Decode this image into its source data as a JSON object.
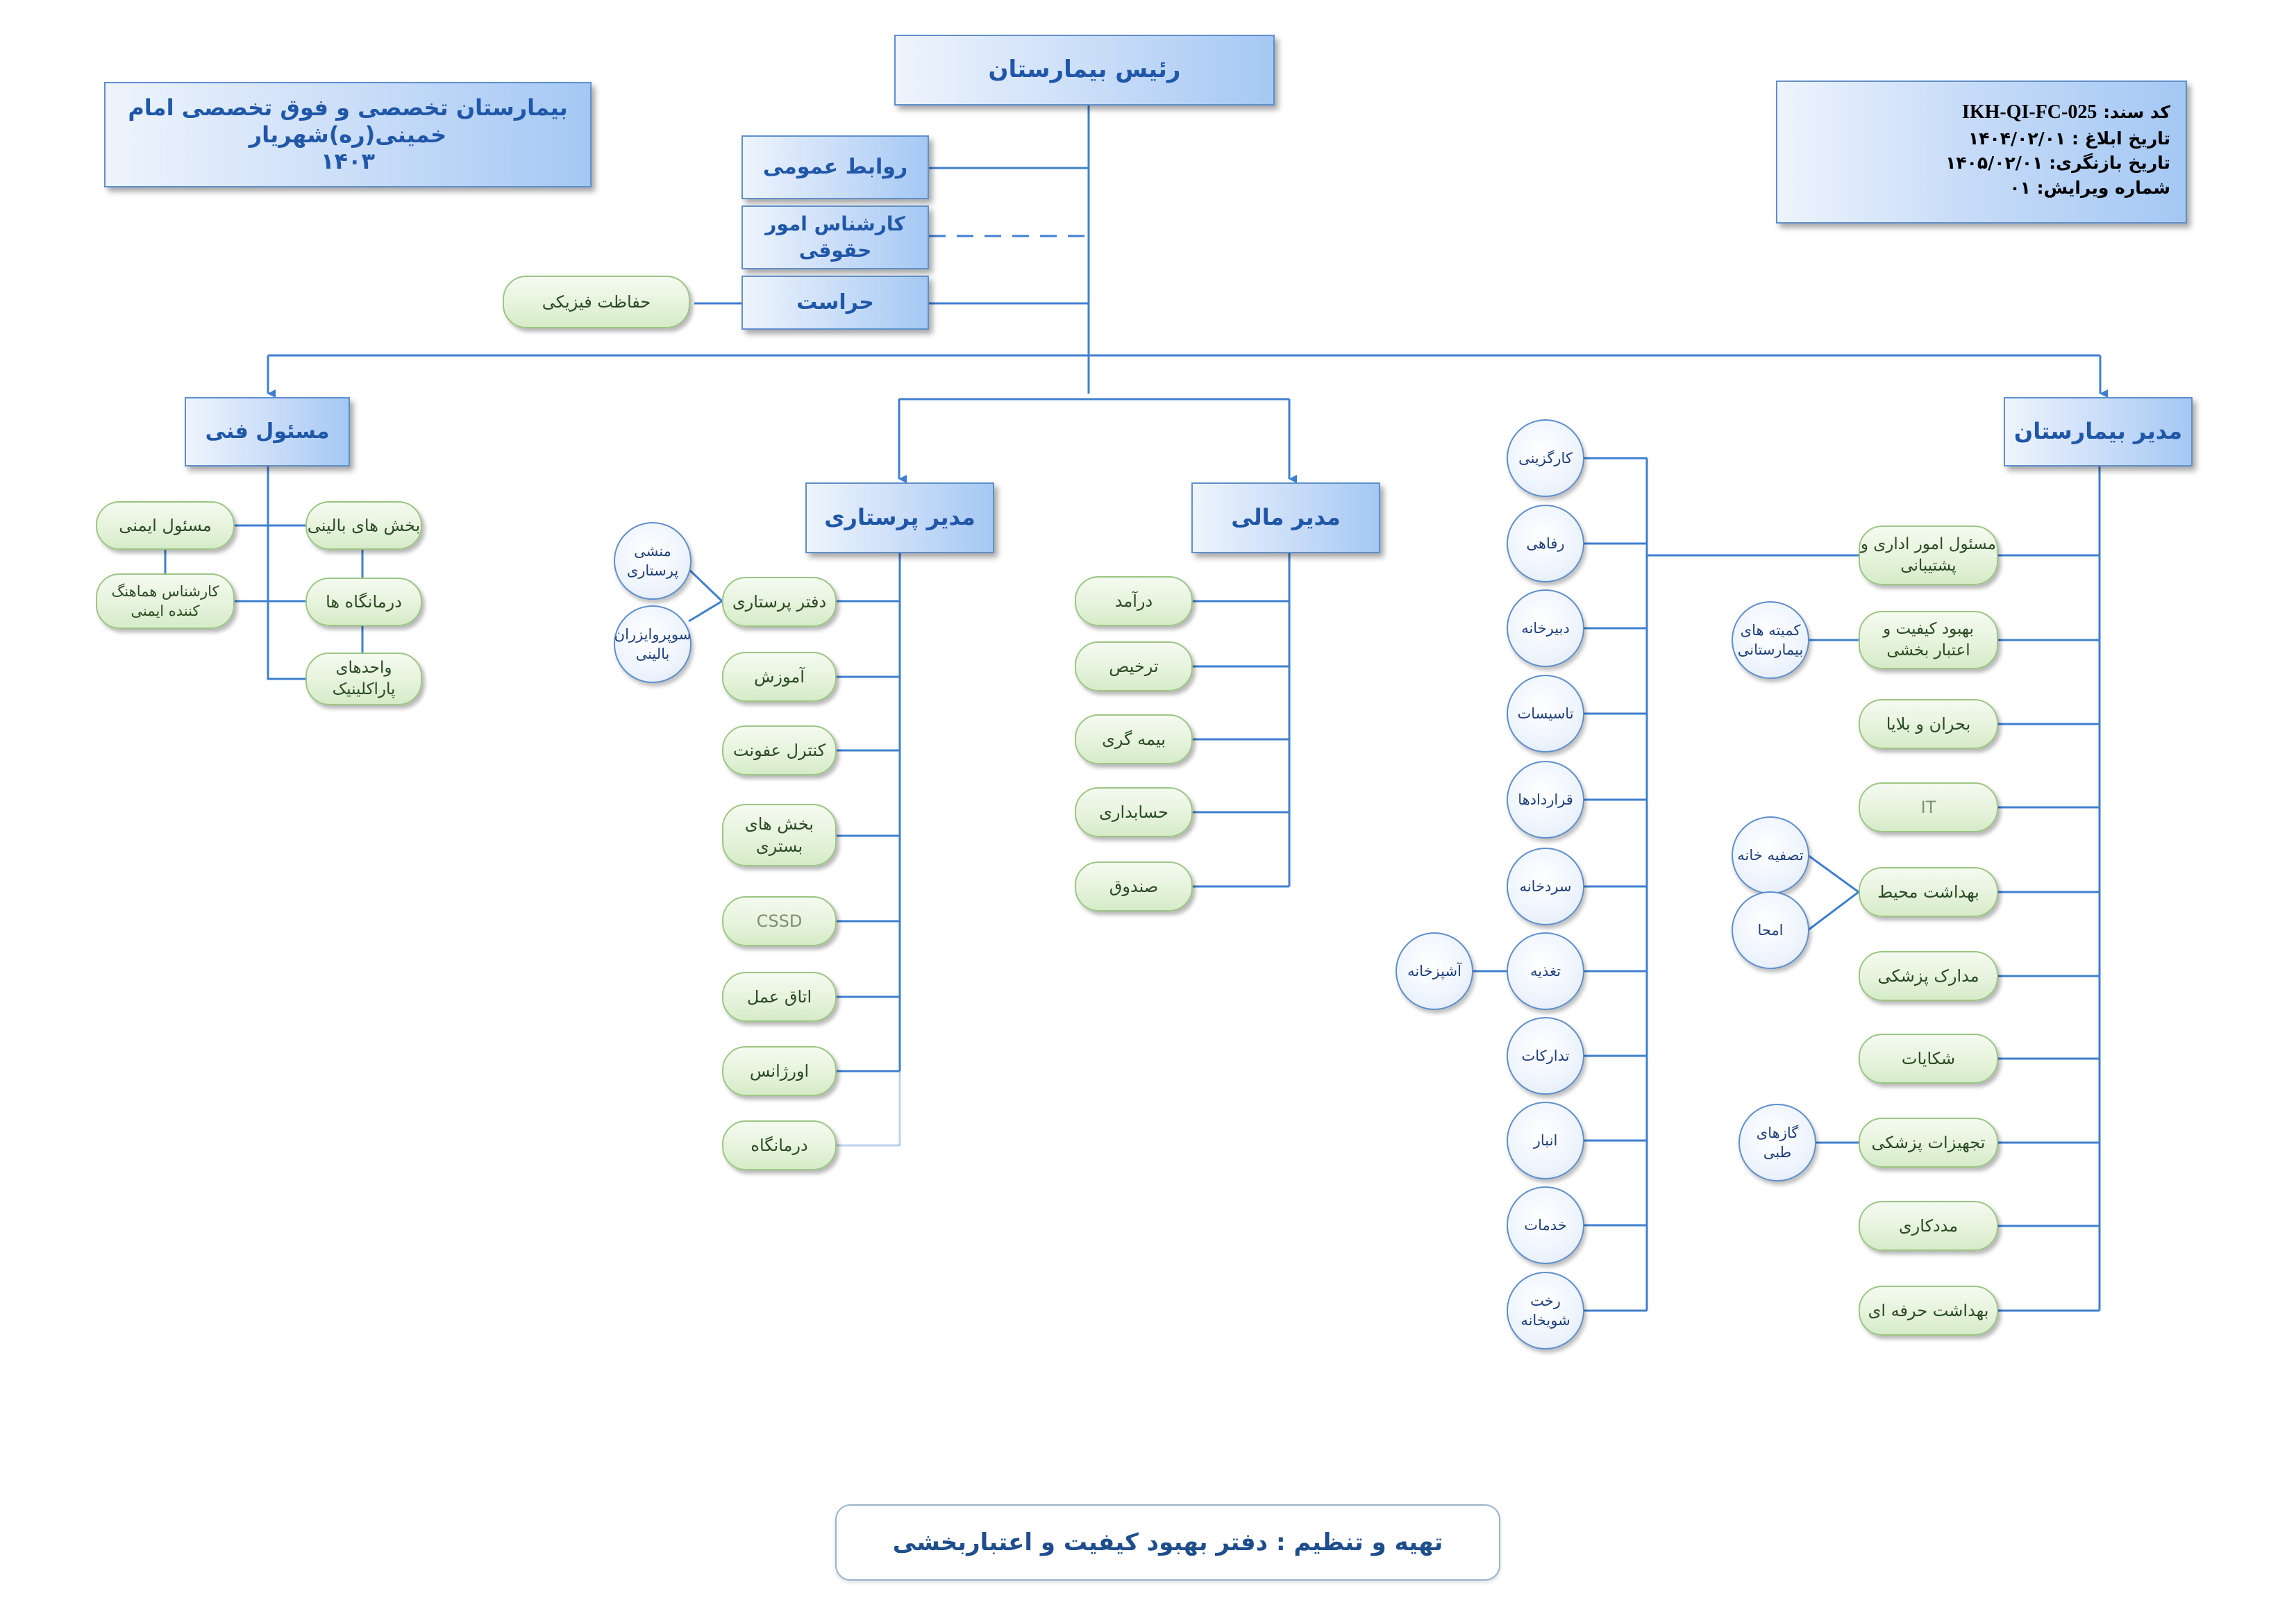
{
  "header": {
    "hospital_line1": "بیمارستان تخصصی و فوق تخصصی امام خمینی(ره)شهریار",
    "hospital_line2": "۱۴۰۳",
    "doc_code_label": "کد سند:",
    "doc_code": "IKH-QI-FC-025",
    "notify_date": "تاریخ ابلاغ : ۱۴۰۴/۰۲/۰۱",
    "review_date": "تاریخ بازنگری: ۱۴۰۵/۰۲/۰۱",
    "revision": "شماره ویرایش: ۰۱"
  },
  "footer": {
    "text": "تهیه و تنظیم : دفتر بهبود کیفیت و اعتباربخشی"
  },
  "top": {
    "head": "رئیس بیمارستان",
    "public_relations": "روابط عمومی",
    "legal_expert": "کارشناس امور حقوقی",
    "security": "حراست",
    "physical_protection": "حفاظت فیزیکی"
  },
  "managers": {
    "technical": "مسئول فنی",
    "nursing": "مدیر پرستاری",
    "finance": "مدیر مالی",
    "hospital": "مدیر بیمارستان"
  },
  "technical_units": {
    "clinical_wards": "بخش های بالینی",
    "safety_officer": "مسئول ایمنی",
    "clinics": "درمانگاه ها",
    "safety_coordinator": "کارشناس هماهنگ\nکننده ایمنی",
    "paraclinic": "واحدهای\nپاراکلینیک"
  },
  "nursing_units": {
    "office": "دفتر پرستاری",
    "secretary": "منشی\nپرستاری",
    "supervisors": "سوپروایزران\nبالینی",
    "education": "آموزش",
    "infection_control": "کنترل عفونت",
    "inpatient_wards": "بخش های\nبستری",
    "cssd": "CSSD",
    "operating_room": "اتاق عمل",
    "emergency": "اورژانس",
    "clinic": "درمانگاه"
  },
  "finance_units": {
    "income": "درآمد",
    "discharge": "ترخیص",
    "insurance": "بیمه گری",
    "accounting": "حسابداری",
    "cashier": "صندوق"
  },
  "support_units": {
    "hr": "کارگزینی",
    "welfare": "رفاهی",
    "secretariat": "دبیرخانه",
    "facilities": "تاسیسات",
    "contracts": "قراردادها",
    "cold_storage": "سردخانه",
    "nutrition": "تغذیه",
    "kitchen": "آشپزخانه",
    "procurement": "تدارکات",
    "warehouse": "انبار",
    "services": "خدمات",
    "laundry": "رخت\nشویخانه"
  },
  "hospital_units": {
    "admin_support": "مسئول امور اداری و\nپشتیبانی",
    "quality": "بهبود کیفیت و\nاعتبار بخشی",
    "committees": "کمیته های\nبیمارستانی",
    "crisis": "بحران و بلایا",
    "it": "IT",
    "env_health": "بهداشت محیط",
    "treatment_plant": "تصفیه خانه",
    "disposal": "امحا",
    "medical_records": "مدارک پزشکی",
    "complaints": "شکایات",
    "medical_equipment": "تجهیزات پزشکی",
    "medical_gases": "گازهای\nطبی",
    "social_work": "مددکاری",
    "occupational_health": "بهداشت حرفه ای"
  },
  "colors": {
    "line": "#3f7fcf",
    "blue_border": "#5f8fcb",
    "green_border": "#9cc683",
    "title_text": "#2057a8"
  }
}
